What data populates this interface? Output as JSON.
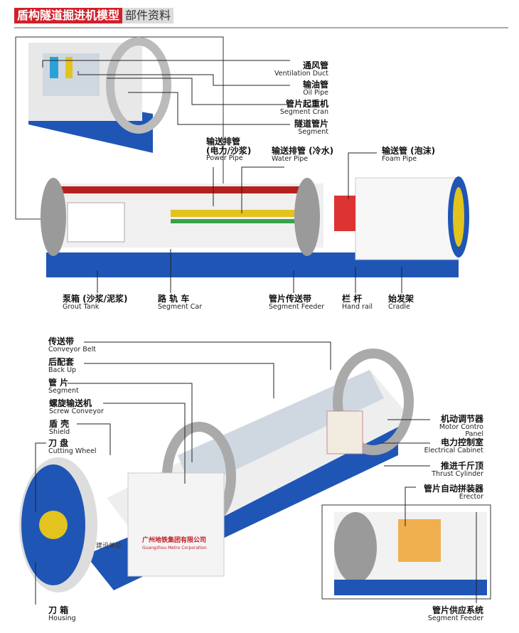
{
  "header": {
    "title": "盾构隧道掘进机模型",
    "subtitle": "部件资料"
  },
  "top_labels": [
    {
      "zh": "通风管",
      "en": "Ventilation Duct"
    },
    {
      "zh": "输油管",
      "en": "Oil Pipe"
    },
    {
      "zh": "管片起重机",
      "en": "Segment Cran"
    },
    {
      "zh": "隧道管片",
      "en": "Segment"
    },
    {
      "zh": "输送排管\n(电力/沙浆)",
      "en": "Power Pipe"
    },
    {
      "zh": "输送排管 (冷水)",
      "en": "Water Pipe"
    },
    {
      "zh": "输送管 (泡沫)",
      "en": "Foam Pipe"
    },
    {
      "zh": "泵箱 (沙浆/泥浆)",
      "en": "Grout Tank"
    },
    {
      "zh": "路 轨 车",
      "en": "Segment Car"
    },
    {
      "zh": "管片传送带",
      "en": "Segment Feeder"
    },
    {
      "zh": "栏 杆",
      "en": "Hand rail"
    },
    {
      "zh": "始发架",
      "en": "Cradle"
    }
  ],
  "bottom_labels": [
    {
      "zh": "传送带",
      "en": "Conveyor Belt"
    },
    {
      "zh": "后配套",
      "en": "Back Up"
    },
    {
      "zh": "管 片",
      "en": "Segment"
    },
    {
      "zh": "螺旋输送机",
      "en": "Screw Conveyor"
    },
    {
      "zh": "盾 壳",
      "en": "Shield"
    },
    {
      "zh": "刀 盘",
      "en": "Cutting Wheel"
    },
    {
      "zh": "刀 箱",
      "en": "Housing"
    },
    {
      "zh": "机动调节器",
      "en": "Motor Contro Panel"
    },
    {
      "zh": "电力控制室",
      "en": "Electrical Cabinet"
    },
    {
      "zh": "推进千斤顶",
      "en": "Thrust Cylinder"
    },
    {
      "zh": "管片自动拼装器",
      "en": "Erector"
    },
    {
      "zh": "管片供应系统",
      "en": "Segment Feeder"
    }
  ],
  "segment_logo": {
    "owner": "建设单位",
    "company": "广州地铁集团有限公司",
    "company_en": "Guangzhou Metro Corporation"
  }
}
